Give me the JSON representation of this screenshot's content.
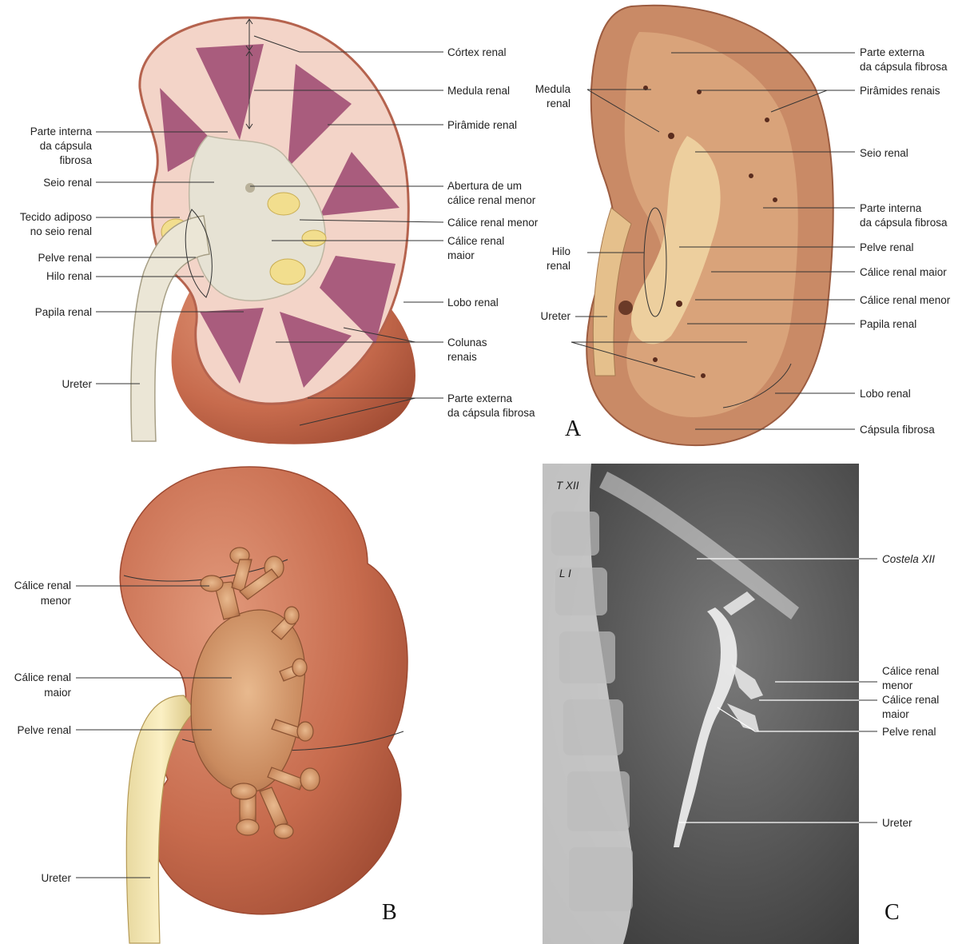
{
  "panels": {
    "a": "A",
    "b": "B",
    "c": "C"
  },
  "illustration_a": {
    "left": {
      "inner_capsule": [
        "Parte interna",
        "da cápsula",
        "fibrosa"
      ],
      "renal_sinus": "Seio renal",
      "sinus_fat": [
        "Tecido adiposo",
        "no seio renal"
      ],
      "renal_pelvis": "Pelve renal",
      "hilum": "Hilo renal",
      "papilla": "Papila renal",
      "ureter": "Ureter"
    },
    "right": {
      "cortex": "Córtex renal",
      "medulla": "Medula renal",
      "pyramid": "Pirâmide renal",
      "minor_calyx_opening": [
        "Abertura de um",
        "cálice renal menor"
      ],
      "minor_calyx": "Cálice renal menor",
      "major_calyx": [
        "Cálice renal",
        "maior"
      ],
      "lobe": "Lobo renal",
      "columns": [
        "Colunas",
        "renais"
      ],
      "outer_capsule": [
        "Parte externa",
        "da cápsula fibrosa"
      ]
    }
  },
  "photo_a": {
    "left": {
      "medulla": [
        "Medula",
        "renal"
      ],
      "hilum": [
        "Hilo",
        "renal"
      ],
      "ureter": "Ureter"
    },
    "right": {
      "outer_capsule": [
        "Parte externa",
        "da cápsula fibrosa"
      ],
      "pyramids": "Pirâmides renais",
      "sinus": "Seio renal",
      "inner_capsule": [
        "Parte interna",
        "da cápsula fibrosa"
      ],
      "pelvis": "Pelve renal",
      "major_calyx": "Cálice renal maior",
      "minor_calyx": "Cálice renal menor",
      "papilla": "Papila renal",
      "lobe": "Lobo renal",
      "capsule": "Cápsula fibrosa"
    }
  },
  "panel_b": {
    "minor_calyx": [
      "Cálice renal",
      "menor"
    ],
    "major_calyx": [
      "Cálice renal",
      "maior"
    ],
    "pelvis": "Pelve renal",
    "ureter": "Ureter"
  },
  "panel_c": {
    "vertebra_t12": "T XII",
    "vertebra_l1": "L I",
    "rib": "Costela XII",
    "minor_calyx": [
      "Cálice renal",
      "menor"
    ],
    "major_calyx": [
      "Cálice renal",
      "maior"
    ],
    "pelvis": "Pelve renal",
    "ureter": "Ureter"
  },
  "colors": {
    "kidney": "#c86a4a",
    "medulla": "#a8587a",
    "sinus": "#e6e2d4",
    "fat": "#f2de8e",
    "xray_bg": "#5a5a5a"
  }
}
